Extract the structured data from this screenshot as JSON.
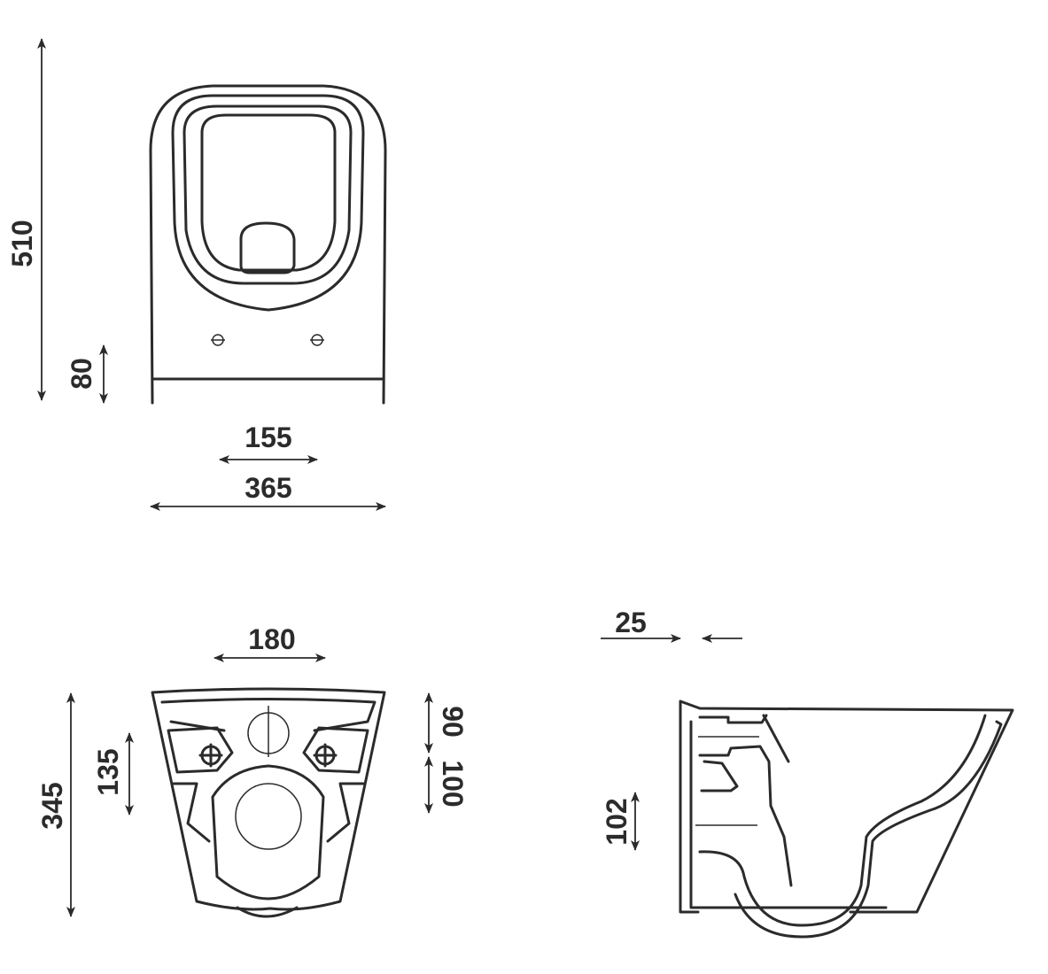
{
  "top_view": {
    "dims": {
      "length": "510",
      "fixing_height": "80",
      "fixing_spacing": "155",
      "width": "365"
    }
  },
  "rear_view": {
    "dims": {
      "spigot_spacing": "180",
      "height": "345",
      "fixing_offset": "135",
      "inlet_height": "90",
      "outlet_height": "100"
    }
  },
  "side_view": {
    "dims": {
      "wall_gap": "25",
      "outlet_offset": "102"
    }
  },
  "colors": {
    "line": "#2b2b2b",
    "background": "#ffffff"
  }
}
